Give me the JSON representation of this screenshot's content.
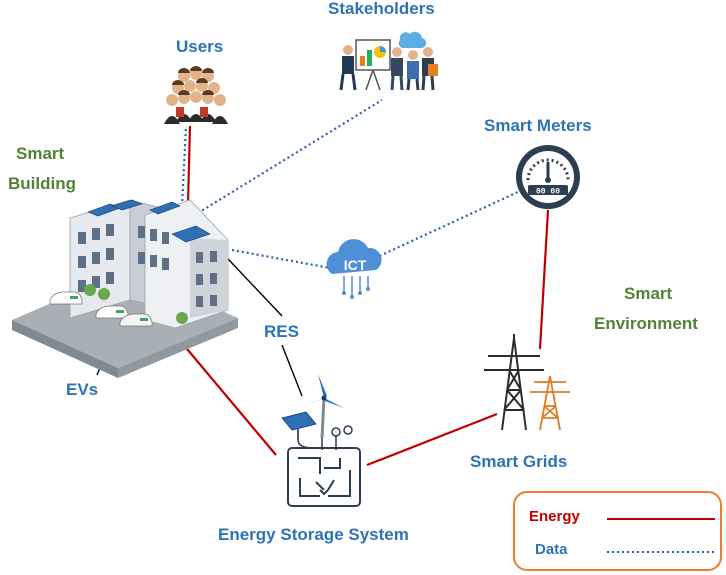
{
  "labels": {
    "stakeholders": "Stakeholders",
    "users": "Users",
    "smart_meters": "Smart Meters",
    "smart_building_line1": "Smart",
    "smart_building_line2": "Building",
    "ict": "ICT",
    "res": "RES",
    "evs": "EVs",
    "smart_environment_line1": "Smart",
    "smart_environment_line2": "Environment",
    "smart_grids": "Smart Grids",
    "energy_storage": "Energy Storage System",
    "meter_digits": "00 00"
  },
  "legend": {
    "energy": "Energy",
    "data": "Data"
  },
  "colors": {
    "energy": "#c00000",
    "data": "#2e5fa8",
    "label_blue": "#2e74b5",
    "label_green": "#548235",
    "legend_border": "#ed7d31"
  }
}
